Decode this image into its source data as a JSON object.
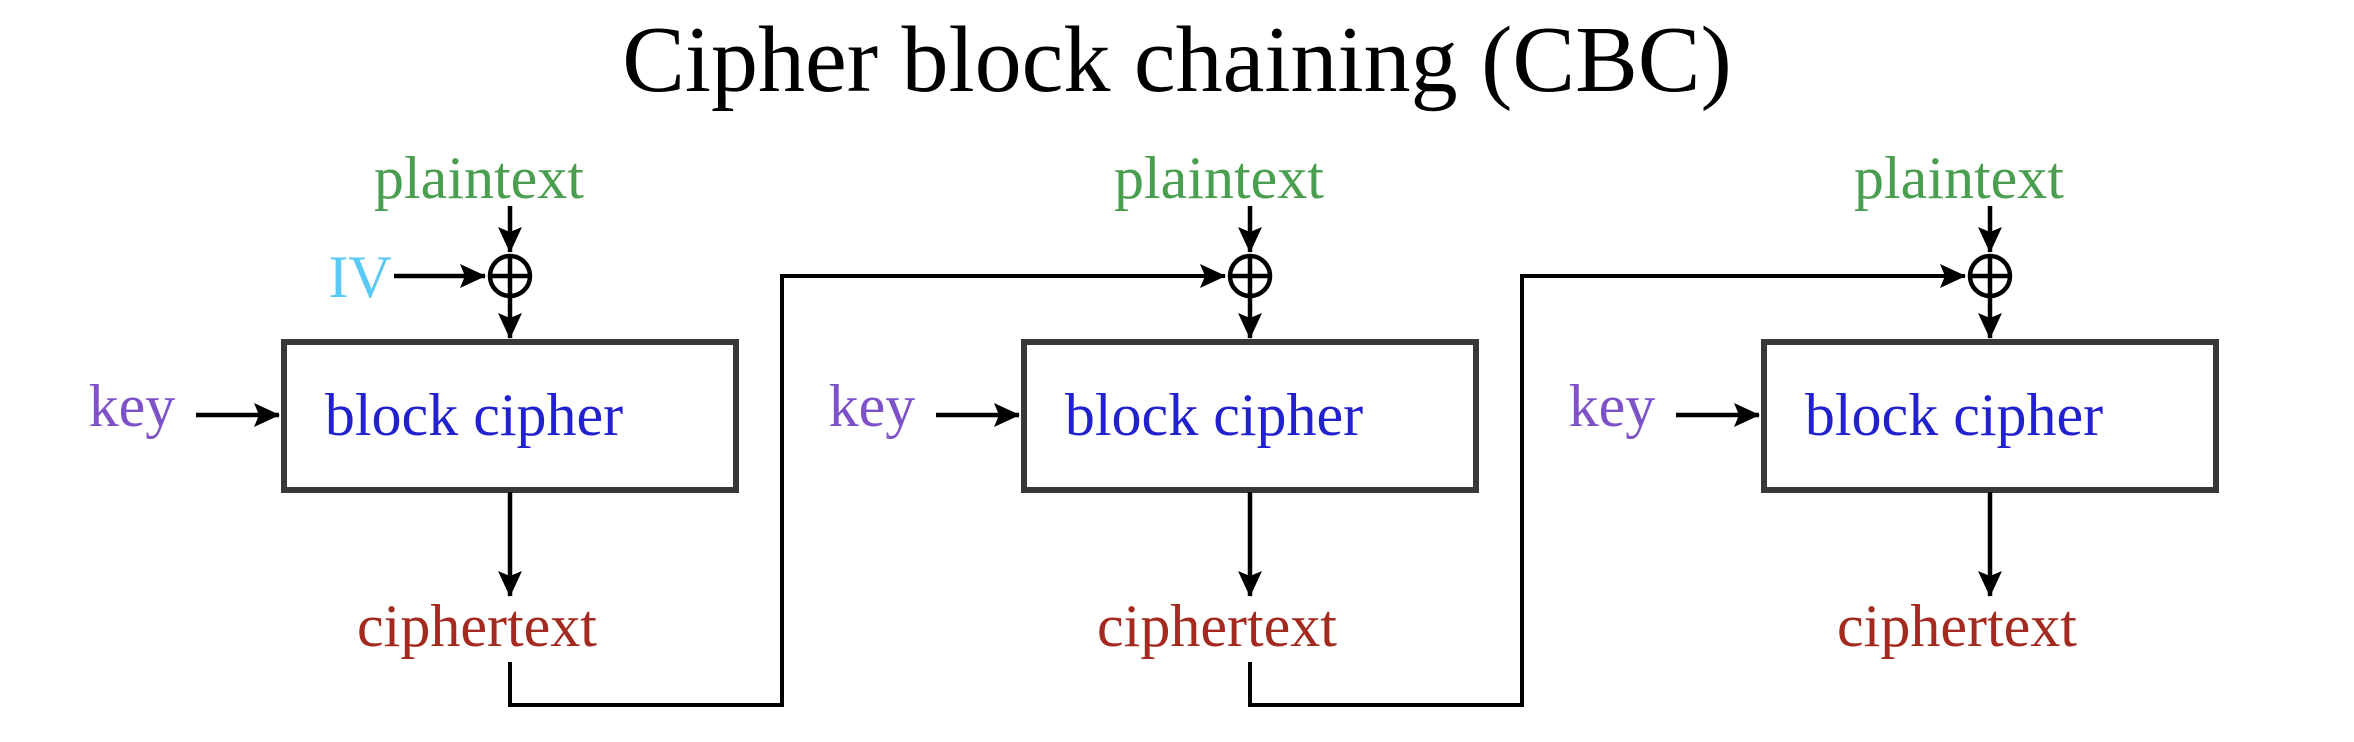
{
  "title": "Cipher block chaining (CBC)",
  "colors": {
    "plaintext": "#4a9e4f",
    "iv": "#5bc9f5",
    "key": "#7d52c9",
    "block_cipher": "#2121cd",
    "ciphertext": "#a4291f",
    "line": "#000000",
    "box_border": "#383838",
    "background": "#ffffff"
  },
  "blocks": [
    {
      "plaintext": "plaintext",
      "iv": "IV",
      "key": "key",
      "block_cipher": "block cipher",
      "ciphertext": "ciphertext"
    },
    {
      "plaintext": "plaintext",
      "key": "key",
      "block_cipher": "block cipher",
      "ciphertext": "ciphertext"
    },
    {
      "plaintext": "plaintext",
      "key": "key",
      "block_cipher": "block cipher",
      "ciphertext": "ciphertext"
    }
  ]
}
